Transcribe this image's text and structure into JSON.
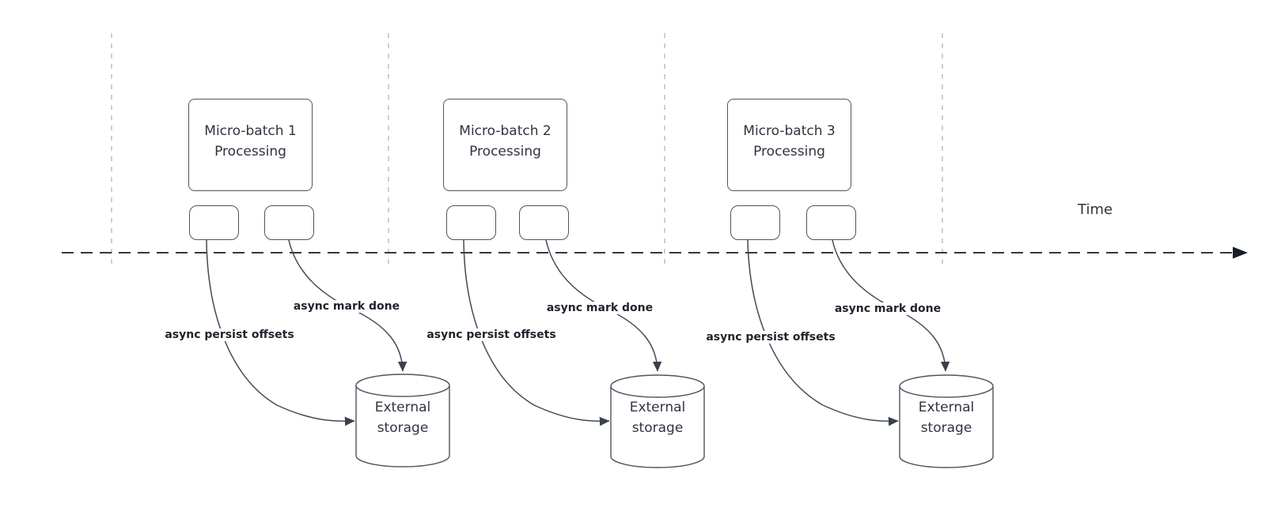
{
  "timeline": {
    "label": "Time"
  },
  "colors": {
    "background": "#ffffff",
    "shape_stroke": "#4d5560",
    "curve_stroke": "#434a56",
    "timeline_stroke": "#191d24",
    "guide_stroke": "#b3b3b3",
    "node_text": "#2e3440",
    "annotation_text": "#1e232c"
  },
  "batches": [
    {
      "title_line1": "Micro-batch 1",
      "title_line2": "Processing",
      "persist_label": "async persist offsets",
      "markdone_label": "async mark done",
      "storage_line1": "External",
      "storage_line2": "storage"
    },
    {
      "title_line1": "Micro-batch 2",
      "title_line2": "Processing",
      "persist_label": "async persist offsets",
      "markdone_label": "async mark done",
      "storage_line1": "External",
      "storage_line2": "storage"
    },
    {
      "title_line1": "Micro-batch 3",
      "title_line2": "Processing",
      "persist_label": "async persist offsets",
      "markdone_label": "async mark done",
      "storage_line1": "External",
      "storage_line2": "storage"
    }
  ]
}
